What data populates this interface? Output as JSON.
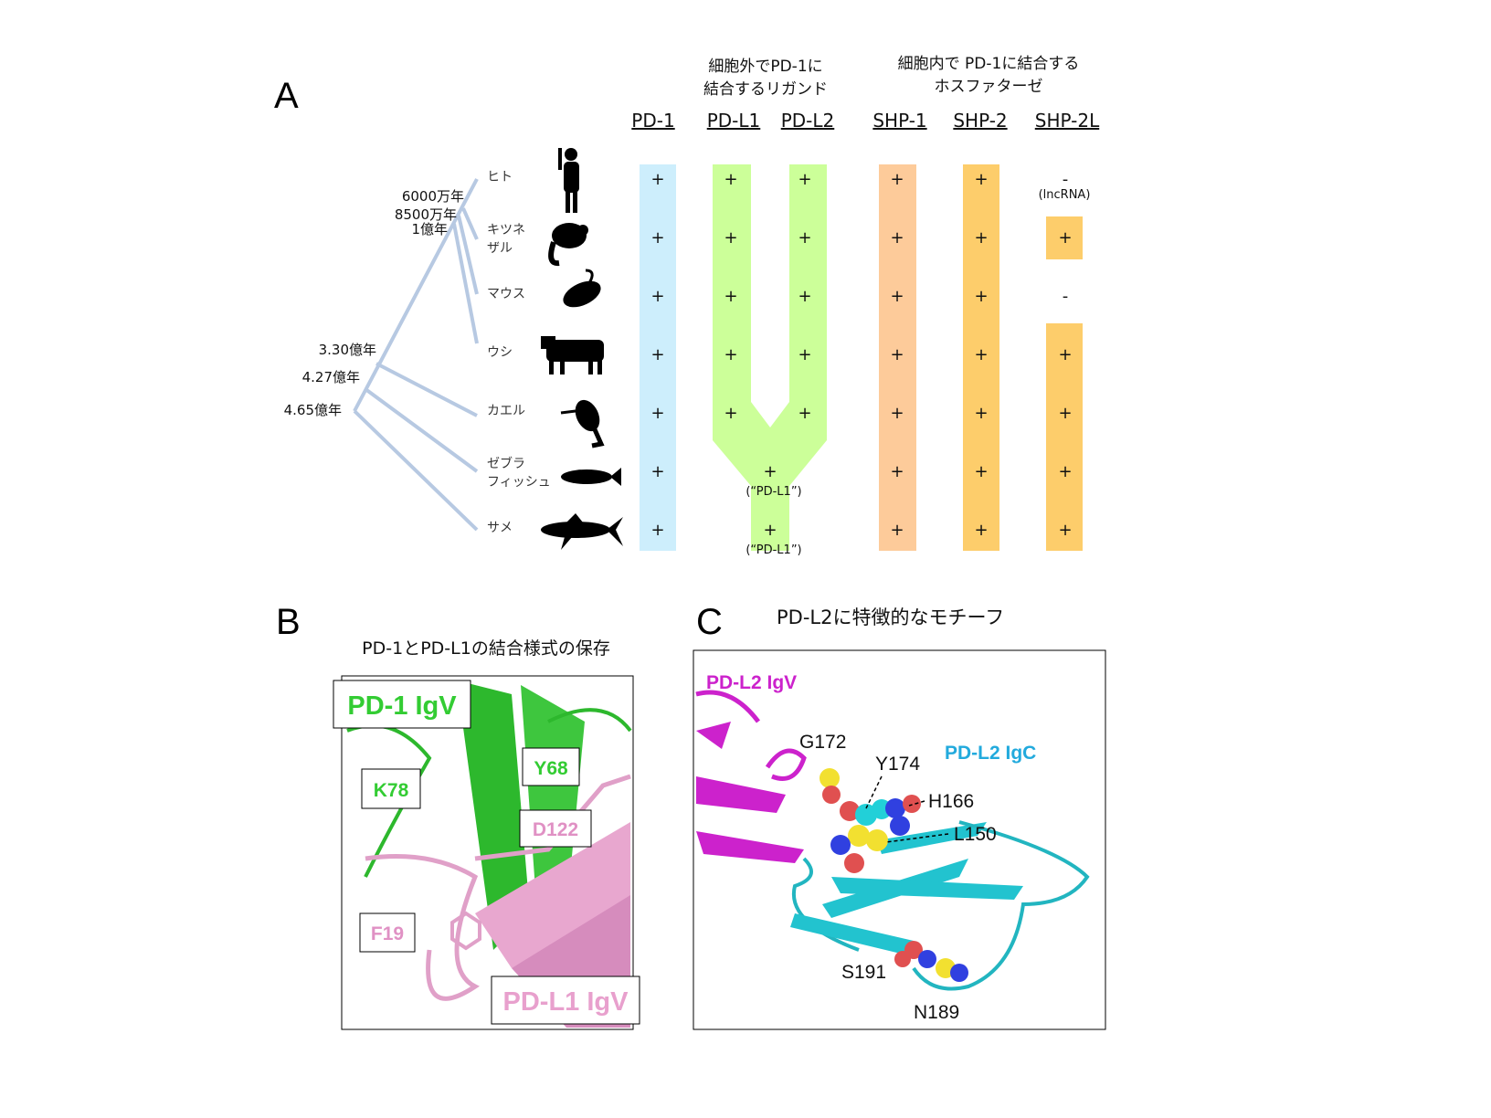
{
  "panel_a": {
    "letter": "A",
    "header_ligands": [
      "細胞外でPD-1に",
      "結合するリガンド"
    ],
    "header_phosphatases": [
      "細胞内で PD-1に結合する",
      "ホスファターゼ"
    ],
    "columns": [
      "PD-1",
      "PD-L1",
      "PD-L2",
      "SHP-1",
      "SHP-2",
      "SHP-2L"
    ],
    "divergence_times": [
      "6000万年",
      "8500万年",
      "1億年",
      "3.30億年",
      "4.27億年",
      "4.65億年"
    ],
    "rows": [
      {
        "species": [
          "ヒト"
        ],
        "cells": [
          "+",
          "+",
          "+",
          "+",
          "+",
          "-"
        ],
        "shp2l_note": "(lncRNA)"
      },
      {
        "species": [
          "キツネ",
          "ザル"
        ],
        "cells": [
          "+",
          "+",
          "+",
          "+",
          "+",
          "+"
        ]
      },
      {
        "species": [
          "マウス"
        ],
        "cells": [
          "+",
          "+",
          "+",
          "+",
          "+",
          "-"
        ]
      },
      {
        "species": [
          "ウシ"
        ],
        "cells": [
          "+",
          "+",
          "+",
          "+",
          "+",
          "+"
        ]
      },
      {
        "species": [
          "カエル"
        ],
        "cells": [
          "+",
          "+",
          "+",
          "+",
          "+",
          "+"
        ]
      },
      {
        "species": [
          "ゼブラ",
          "フィッシュ"
        ],
        "cells": [
          "+",
          "+",
          null,
          "+",
          "+",
          "+"
        ],
        "pdl1_note": "(“PD-L1”)"
      },
      {
        "species": [
          "サメ"
        ],
        "cells": [
          "+",
          "+",
          null,
          "+",
          "+",
          "+"
        ],
        "pdl1_note": "(“PD-L1”)"
      }
    ],
    "colors": {
      "pd1": "#cdeefc",
      "ligand": "#ccff99",
      "shp1": "#fdcb9a",
      "shp2": "#fdcd6b",
      "tree": "#b7c9e2"
    }
  },
  "panel_b": {
    "letter": "B",
    "title": "PD-1とPD-L1の結合様式の保存",
    "labels": {
      "pd1_igv": "PD-1 IgV",
      "k78": "K78",
      "y68": "Y68",
      "d122": "D122",
      "f19": "F19",
      "pdl1_igv": "PD-L1 IgV"
    }
  },
  "panel_c": {
    "letter": "C",
    "title": "PD-L2に特徴的なモチーフ",
    "labels": {
      "pdl2_igv": "PD-L2 IgV",
      "pdl2_igc": "PD-L2 IgC",
      "g172": "G172",
      "y174": "Y174",
      "h166": "H166",
      "l150": "L150",
      "s191": "S191",
      "n189": "N189"
    }
  }
}
